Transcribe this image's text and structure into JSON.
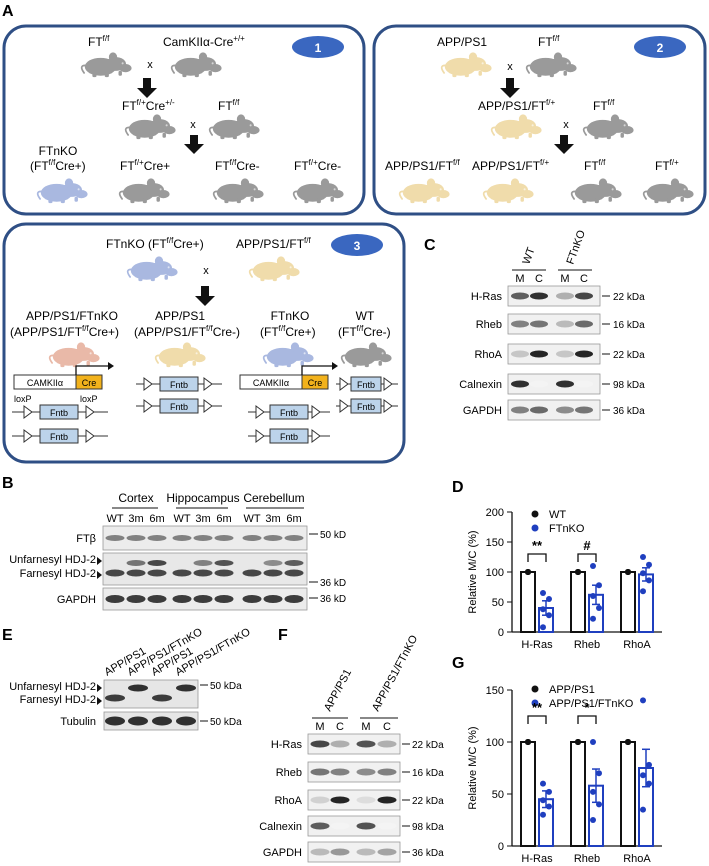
{
  "panels": {
    "A": "A",
    "B": "B",
    "C": "C",
    "D": "D",
    "E": "E",
    "F": "F",
    "G": "G"
  },
  "scheme1": {
    "badge": "1",
    "parent1": "FT",
    "parent1_sup": "f/f",
    "parent2": "CamKIIα-Cre",
    "parent2_sup": "+/+",
    "x1": "x",
    "f1_a": "FT",
    "f1_a_sup": "f/+",
    "f1_b": "Cre",
    "f1_b_sup": "+/-",
    "mate2": "FT",
    "mate2_sup": "f/f",
    "x2": "x",
    "ftnko_a": "FTnKO",
    "ftnko_b": "(FT",
    "ftnko_b_sup": "f/f",
    "ftnko_c": "Cre+)",
    "off1": "FT",
    "off1_sup": "f/+",
    "off1_tail": "Cre+",
    "off2": "FT",
    "off2_sup": "f/f",
    "off2_tail": "Cre-",
    "off3": "FT",
    "off3_sup": "f/+",
    "off3_tail": "Cre-"
  },
  "scheme2": {
    "badge": "2",
    "parent1": "APP/PS1",
    "parent2": "FT",
    "parent2_sup": "f/f",
    "x1": "x",
    "f1": "APP/PS1/FT",
    "f1_sup": "f/+",
    "mate": "FT",
    "mate_sup": "f/f",
    "x2": "x",
    "off1": "APP/PS1/FT",
    "off1_sup": "f/f",
    "off2": "APP/PS1/FT",
    "off2_sup": "f/+",
    "off3": "FT",
    "off3_sup": "f/f",
    "off4": "FT",
    "off4_sup": "f/+"
  },
  "scheme3": {
    "badge": "3",
    "parent1": "FTnKO (FT",
    "parent1_sup": "f/f",
    "parent1_tail": "Cre+)",
    "parent2": "APP/PS1/FT",
    "parent2_sup": "f/f",
    "x": "x",
    "g1_a": "APP/PS1/FTnKO",
    "g1_b": "(APP/PS1/FT",
    "g1_b_sup": "f/f",
    "g1_b_tail": "Cre+)",
    "g2_a": "APP/PS1",
    "g2_b": "(APP/PS1/FT",
    "g2_b_sup": "f/f",
    "g2_b_tail": "Cre-)",
    "g3_a": "FTnKO",
    "g3_b": "(FT",
    "g3_b_sup": "f/f",
    "g3_b_tail": "Cre+)",
    "g4_a": "WT",
    "g4_b": "(FT",
    "g4_b_sup": "f/f",
    "g4_b_tail": "Cre-)",
    "camk": "CAMKIIα",
    "cre": "Cre",
    "fntb": "Fntb",
    "loxp": "loxP"
  },
  "blotB": {
    "groups": [
      "Cortex",
      "Hippocampus",
      "Cerebellum"
    ],
    "lanes": [
      "WT",
      "3m",
      "6m",
      "WT",
      "3m",
      "6m",
      "WT",
      "3m",
      "6m"
    ],
    "rows": [
      "FTβ",
      "Unfarnesyl HDJ-2",
      "Farnesyl HDJ-2",
      "GAPDH"
    ],
    "markers": [
      "50 kD",
      "36 kD",
      "36 kD"
    ]
  },
  "blotC": {
    "groups": [
      "WT",
      "FTnKO"
    ],
    "lanes": [
      "M",
      "C",
      "M",
      "C"
    ],
    "rows": [
      "H-Ras",
      "Rheb",
      "RhoA",
      "Calnexin",
      "GAPDH"
    ],
    "markers": [
      "22 kDa",
      "16 kDa",
      "22 kDa",
      "98 kDa",
      "36 kDa"
    ]
  },
  "blotE": {
    "lanes": [
      "APP/PS1",
      "APP/PS1/FTnKO",
      "APP/PS1",
      "APP/PS1/FTnKO"
    ],
    "rows": [
      "Unfarnesyl HDJ-2",
      "Farnesyl HDJ-2",
      "Tubulin"
    ],
    "markers": [
      "50 kDa",
      "50 kDa"
    ]
  },
  "blotF": {
    "groups": [
      "APP/PS1",
      "APP/PS1/FTnKO"
    ],
    "lanes": [
      "M",
      "C",
      "M",
      "C"
    ],
    "rows": [
      "H-Ras",
      "Rheb",
      "RhoA",
      "Calnexin",
      "GAPDH"
    ],
    "markers": [
      "22 kDa",
      "16 kDa",
      "22 kDa",
      "98 kDa",
      "36 kDa"
    ]
  },
  "chart_data": [
    {
      "panel": "D",
      "type": "bar",
      "categories": [
        "H-Ras",
        "Rheb",
        "RhoA"
      ],
      "ylabel": "Relative M/C (%)",
      "ylim": [
        0,
        200
      ],
      "yticks": [
        0,
        50,
        100,
        150,
        200
      ],
      "series": [
        {
          "name": "WT",
          "color": "#111111",
          "values": [
            100,
            100,
            100
          ],
          "points": [
            [
              100,
              100,
              100,
              100,
              100
            ],
            [
              100,
              100,
              100,
              100,
              100
            ],
            [
              100,
              100,
              100,
              100,
              100
            ]
          ]
        },
        {
          "name": "FTnKO",
          "color": "#1f3fbf",
          "values": [
            40,
            62,
            96
          ],
          "sem": [
            12,
            16,
            11
          ],
          "points": [
            [
              65,
              55,
              38,
              28,
              8
            ],
            [
              110,
              78,
              60,
              40,
              22
            ],
            [
              125,
              112,
              98,
              86,
              68
            ]
          ]
        }
      ],
      "significance": [
        {
          "category": "H-Ras",
          "label": "**"
        },
        {
          "category": "Rheb",
          "label": "#"
        }
      ]
    },
    {
      "panel": "G",
      "type": "bar",
      "categories": [
        "H-Ras",
        "Rheb",
        "RhoA"
      ],
      "ylabel": "Relative M/C (%)",
      "ylim": [
        0,
        150
      ],
      "yticks": [
        0,
        50,
        100,
        150
      ],
      "series": [
        {
          "name": "APP/PS1",
          "color": "#111111",
          "values": [
            100,
            100,
            100
          ],
          "points": [
            [
              100,
              100,
              100,
              100,
              100
            ],
            [
              100,
              100,
              100,
              100,
              100
            ],
            [
              100,
              100,
              100,
              100,
              100
            ]
          ]
        },
        {
          "name": "APP/PS1/FTnKO",
          "color": "#1f3fbf",
          "values": [
            45,
            58,
            75
          ],
          "sem": [
            8,
            16,
            18
          ],
          "points": [
            [
              60,
              52,
              44,
              38,
              30
            ],
            [
              100,
              70,
              52,
              40,
              25
            ],
            [
              140,
              78,
              68,
              60,
              35
            ]
          ]
        }
      ],
      "significance": [
        {
          "category": "H-Ras",
          "label": "**"
        },
        {
          "category": "Rheb",
          "label": "*"
        }
      ]
    }
  ]
}
